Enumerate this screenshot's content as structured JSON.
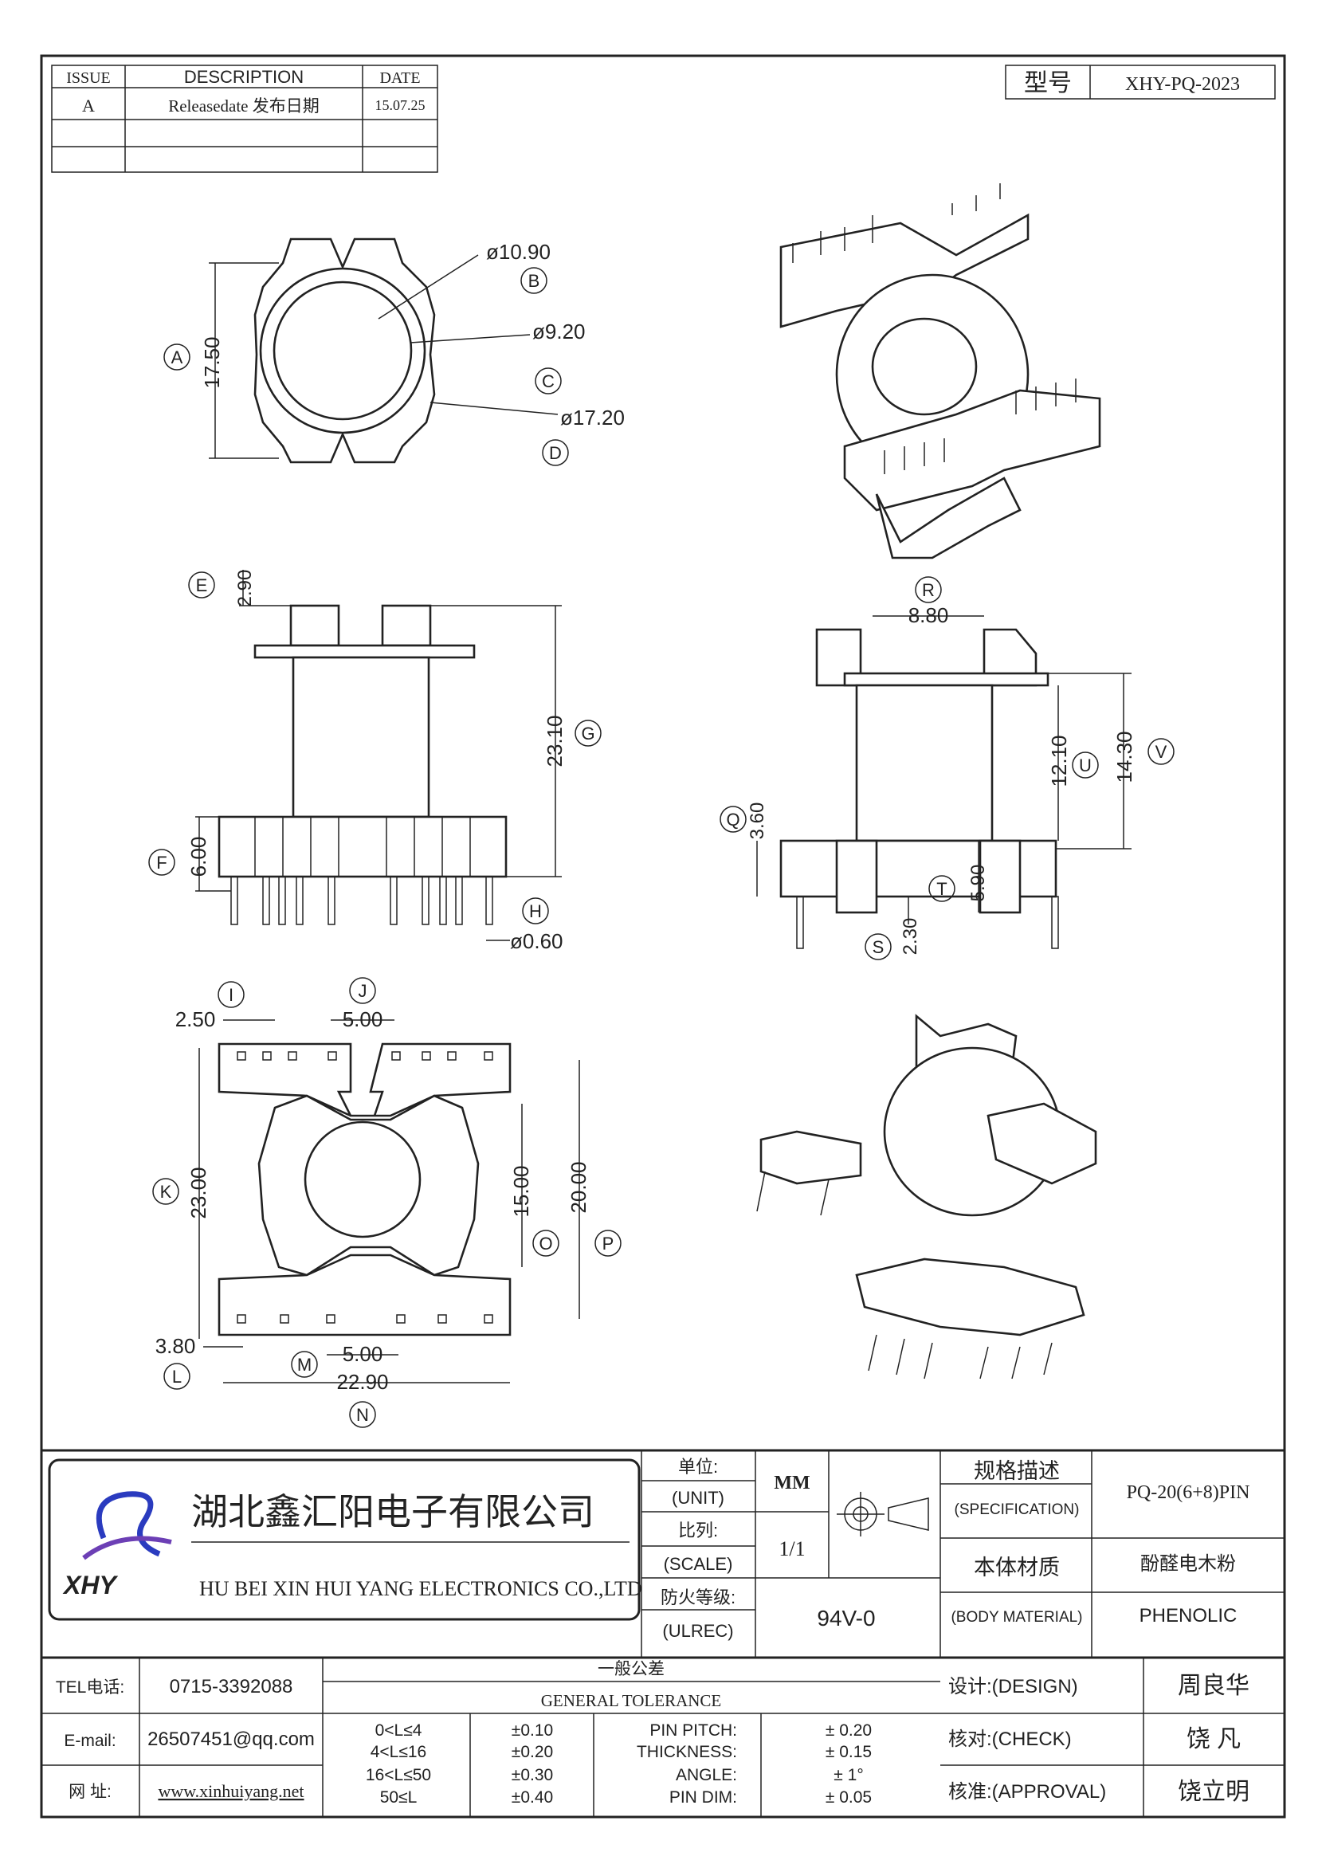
{
  "revision_table": {
    "headers": [
      "ISSUE",
      "DESCRIPTION",
      "DATE"
    ],
    "rows": [
      [
        "A",
        "Releasedate 发布日期",
        "15.07.25"
      ],
      [
        "",
        "",
        ""
      ],
      [
        "",
        "",
        ""
      ]
    ]
  },
  "model": {
    "label": "型号",
    "value": "XHY-PQ-2023"
  },
  "dimensions": {
    "top": {
      "d1": "ø10.90",
      "d2": "ø9.20",
      "d3": "ø17.20",
      "h": "17.50",
      "A": "A",
      "B": "B",
      "C": "C",
      "D": "D"
    },
    "front": {
      "e": "2.90",
      "g": "23.10",
      "f": "6.00",
      "pin": "ø0.60",
      "E": "E",
      "G": "G",
      "F": "F",
      "H": "H"
    },
    "side": {
      "r": "8.80",
      "u": "12.10",
      "v": "14.30",
      "q": "3.60",
      "t": "5.90",
      "s": "2.30",
      "R": "R",
      "U": "U",
      "V": "V",
      "Q": "Q",
      "T": "T",
      "S": "S"
    },
    "bottom": {
      "i": "2.50",
      "j": "5.00",
      "k": "23.00",
      "o": "15.00",
      "p": "20.00",
      "l": "3.80",
      "m": "5.00",
      "n": "22.90",
      "I": "I",
      "J": "J",
      "K": "K",
      "O": "O",
      "P": "P",
      "L": "L",
      "M": "M",
      "N": "N"
    }
  },
  "company": {
    "name_cn": "湖北鑫汇阳电子有限公司",
    "name_en": "HU BEI XIN HUI YANG ELECTRONICS CO.,LTD",
    "logo_text": "XHY"
  },
  "spec_block": {
    "unit_label_cn": "单位:",
    "unit_label_en": "(UNIT)",
    "unit": "MM",
    "scale_label_cn": "比列:",
    "scale_label_en": "(SCALE)",
    "scale": "1/1",
    "ul_label_cn": "防火等级:",
    "ul_label_en": "(ULREC)",
    "ul": "94V-0",
    "spec_label_cn": "规格描述",
    "spec_label_en": "(SPECIFICATION)",
    "spec": "PQ-20(6+8)PIN",
    "material_label_cn": "本体材质",
    "material_label_en": "(BODY MATERIAL)",
    "material_cn": "酚醛电木粉",
    "material_en": "PHENOLIC"
  },
  "contact": {
    "tel_label": "TEL电话:",
    "tel": "0715-3392088",
    "email_label": "E-mail:",
    "email": "26507451@qq.com",
    "web_label": "网  址:",
    "web": "www.xinhuiyang.net"
  },
  "tolerance": {
    "title_cn": "一般公差",
    "title_en": "GENERAL TOLERANCE",
    "ranges": [
      [
        "0<L≤4",
        "±0.10"
      ],
      [
        "4<L≤16",
        "±0.20"
      ],
      [
        "16<L≤50",
        "±0.30"
      ],
      [
        "50≤L",
        "±0.40"
      ]
    ],
    "other": [
      [
        "PIN PITCH:",
        "± 0.20"
      ],
      [
        "THICKNESS:",
        "± 0.15"
      ],
      [
        "ANGLE:",
        "± 1°"
      ],
      [
        "PIN DIM:",
        "± 0.05"
      ]
    ]
  },
  "signoff": [
    {
      "label": "设计:(DESIGN)",
      "name": "周良华"
    },
    {
      "label": "核对:(CHECK)",
      "name": "饶  凡"
    },
    {
      "label": "核准:(APPROVAL)",
      "name": "饶立明"
    }
  ]
}
